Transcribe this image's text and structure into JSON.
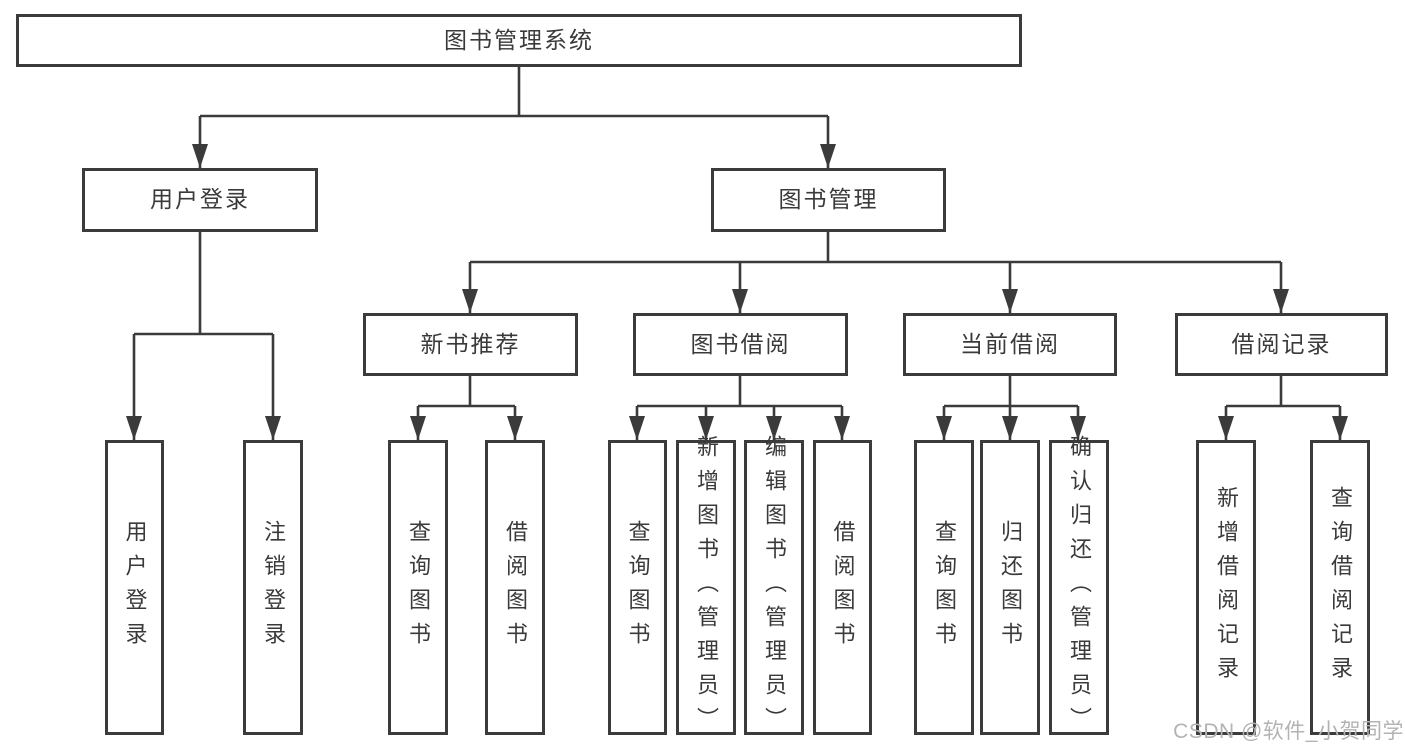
{
  "colors": {
    "line": "#3b3b3b",
    "box-border": "#3b3b3b",
    "box-fill": "#ffffff",
    "text": "#3a3a3a",
    "watermark": "#b3b3b3"
  },
  "diagram": {
    "root_label": "图书管理系统",
    "level2": {
      "user_login": "用户登录",
      "book_management": "图书管理"
    },
    "level3": {
      "new_book_recommend": "新书推荐",
      "book_borrow": "图书借阅",
      "current_borrow": "当前借阅",
      "borrow_records": "借阅记录"
    },
    "leaves": {
      "user_login": "用户登录",
      "logout": "注销登录",
      "nb_query_book": "查询图书",
      "nb_borrow_book": "借阅图书",
      "bb_query_book": "查询图书",
      "bb_add_book": "新增图书（管理员）",
      "bb_edit_book": "编辑图书（管理员）",
      "bb_borrow_book": "借阅图书",
      "cb_query_book": "查询图书",
      "cb_return_book": "归还图书",
      "cb_confirm_return": "确认归还（管理员）",
      "br_add_record": "新增借阅记录",
      "br_query_record": "查询借阅记录"
    }
  },
  "watermark": "CSDN @软件_小贺同学"
}
